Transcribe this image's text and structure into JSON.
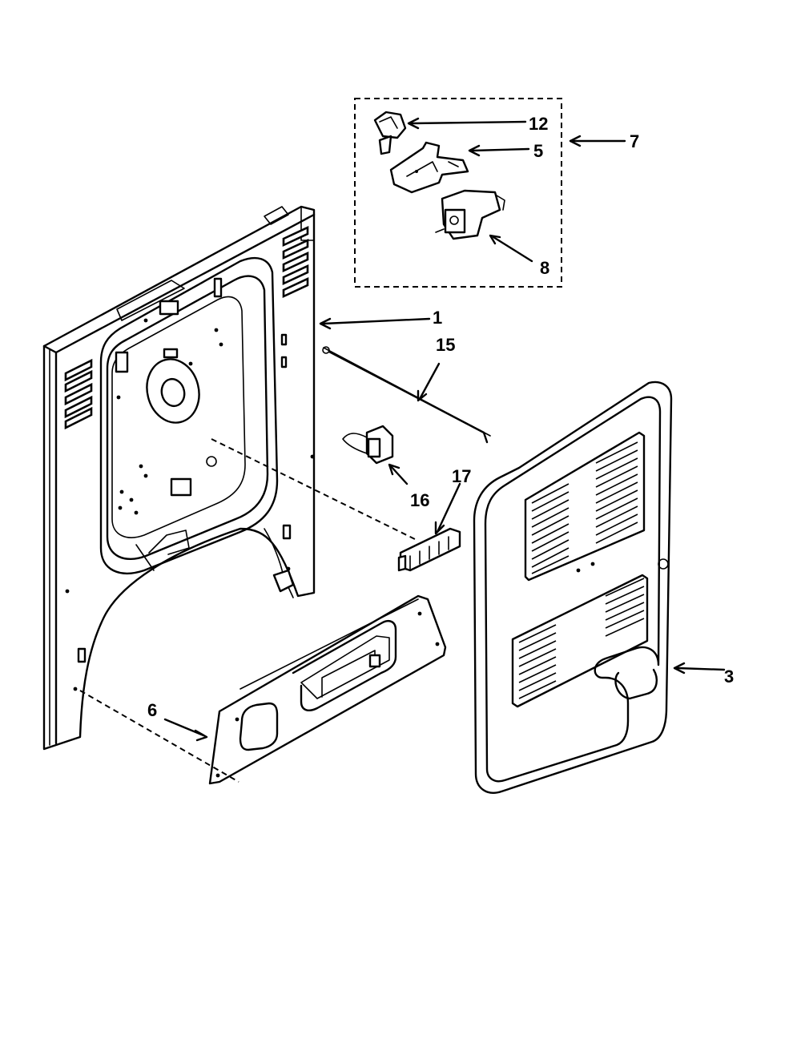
{
  "diagram": {
    "callouts": {
      "c1": "1",
      "c3": "3",
      "c5": "5",
      "c6": "6",
      "c7": "7",
      "c8": "8",
      "c12": "12",
      "c15": "15",
      "c16": "16",
      "c17": "17"
    },
    "colors": {
      "ink": "#000000",
      "paper": "#ffffff"
    }
  }
}
